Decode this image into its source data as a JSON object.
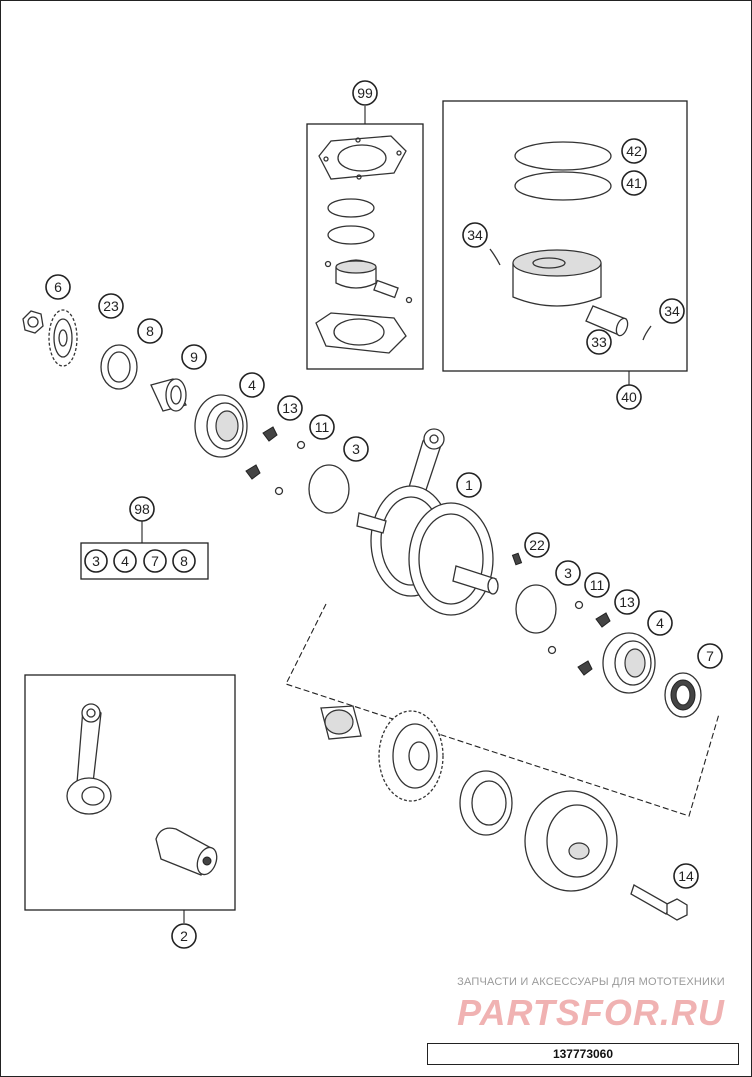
{
  "callouts": [
    {
      "id": "c99",
      "label": "99"
    },
    {
      "id": "c42",
      "label": "42"
    },
    {
      "id": "c41",
      "label": "41"
    },
    {
      "id": "c34a",
      "label": "34"
    },
    {
      "id": "c34b",
      "label": "34"
    },
    {
      "id": "c33",
      "label": "33"
    },
    {
      "id": "c40",
      "label": "40"
    },
    {
      "id": "c6",
      "label": "6"
    },
    {
      "id": "c23",
      "label": "23"
    },
    {
      "id": "c8",
      "label": "8"
    },
    {
      "id": "c9",
      "label": "9"
    },
    {
      "id": "c4a",
      "label": "4"
    },
    {
      "id": "c13a",
      "label": "13"
    },
    {
      "id": "c11a",
      "label": "11"
    },
    {
      "id": "c3a",
      "label": "3"
    },
    {
      "id": "c1",
      "label": "1"
    },
    {
      "id": "c98",
      "label": "98"
    },
    {
      "id": "c22",
      "label": "22"
    },
    {
      "id": "c3b",
      "label": "3"
    },
    {
      "id": "c11b",
      "label": "11"
    },
    {
      "id": "c13b",
      "label": "13"
    },
    {
      "id": "c4b",
      "label": "4"
    },
    {
      "id": "c7",
      "label": "7"
    },
    {
      "id": "c14",
      "label": "14"
    },
    {
      "id": "c2",
      "label": "2"
    }
  ],
  "kit98": [
    "3",
    "4",
    "7",
    "8"
  ],
  "watermark": {
    "tagline": "ЗАПЧАСТИ И АКСЕССУАРЫ ДЛЯ МОТОТЕХНИКИ",
    "brand": "PARTSFOR.RU"
  },
  "drawing_number": "137773060"
}
